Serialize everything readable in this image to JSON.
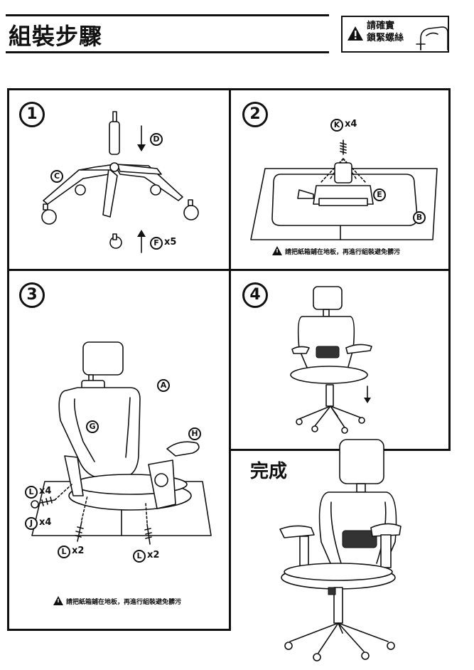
{
  "header": {
    "title": "組裝步驟",
    "warning_text": "請確實\n鎖緊螺絲"
  },
  "steps": [
    {
      "number": "1",
      "labels": {
        "D": "D",
        "C": "C",
        "F": "F",
        "F_count": "x5"
      }
    },
    {
      "number": "2",
      "labels": {
        "K": "K",
        "K_count": "x4",
        "E": "E",
        "B": "B"
      },
      "note": "請把紙箱鋪在地板，再進行組裝避免髒污"
    },
    {
      "number": "3",
      "labels": {
        "A": "A",
        "G": "G",
        "H": "H",
        "L1": "L",
        "L1_count": "x4",
        "J": "J",
        "J_count": "x4",
        "L2": "L",
        "L2_count": "x2",
        "L3": "L",
        "L3_count": "x2"
      },
      "note": "請把紙箱鋪在地板，再進行組裝避免髒污"
    },
    {
      "number": "4"
    }
  ],
  "final": {
    "label": "完成"
  },
  "icons": [
    "warning-icon",
    "hand-screw-icon",
    "arrow-down-icon",
    "arrow-up-icon"
  ],
  "colors": {
    "ink": "#111111",
    "paper": "#ffffff"
  }
}
